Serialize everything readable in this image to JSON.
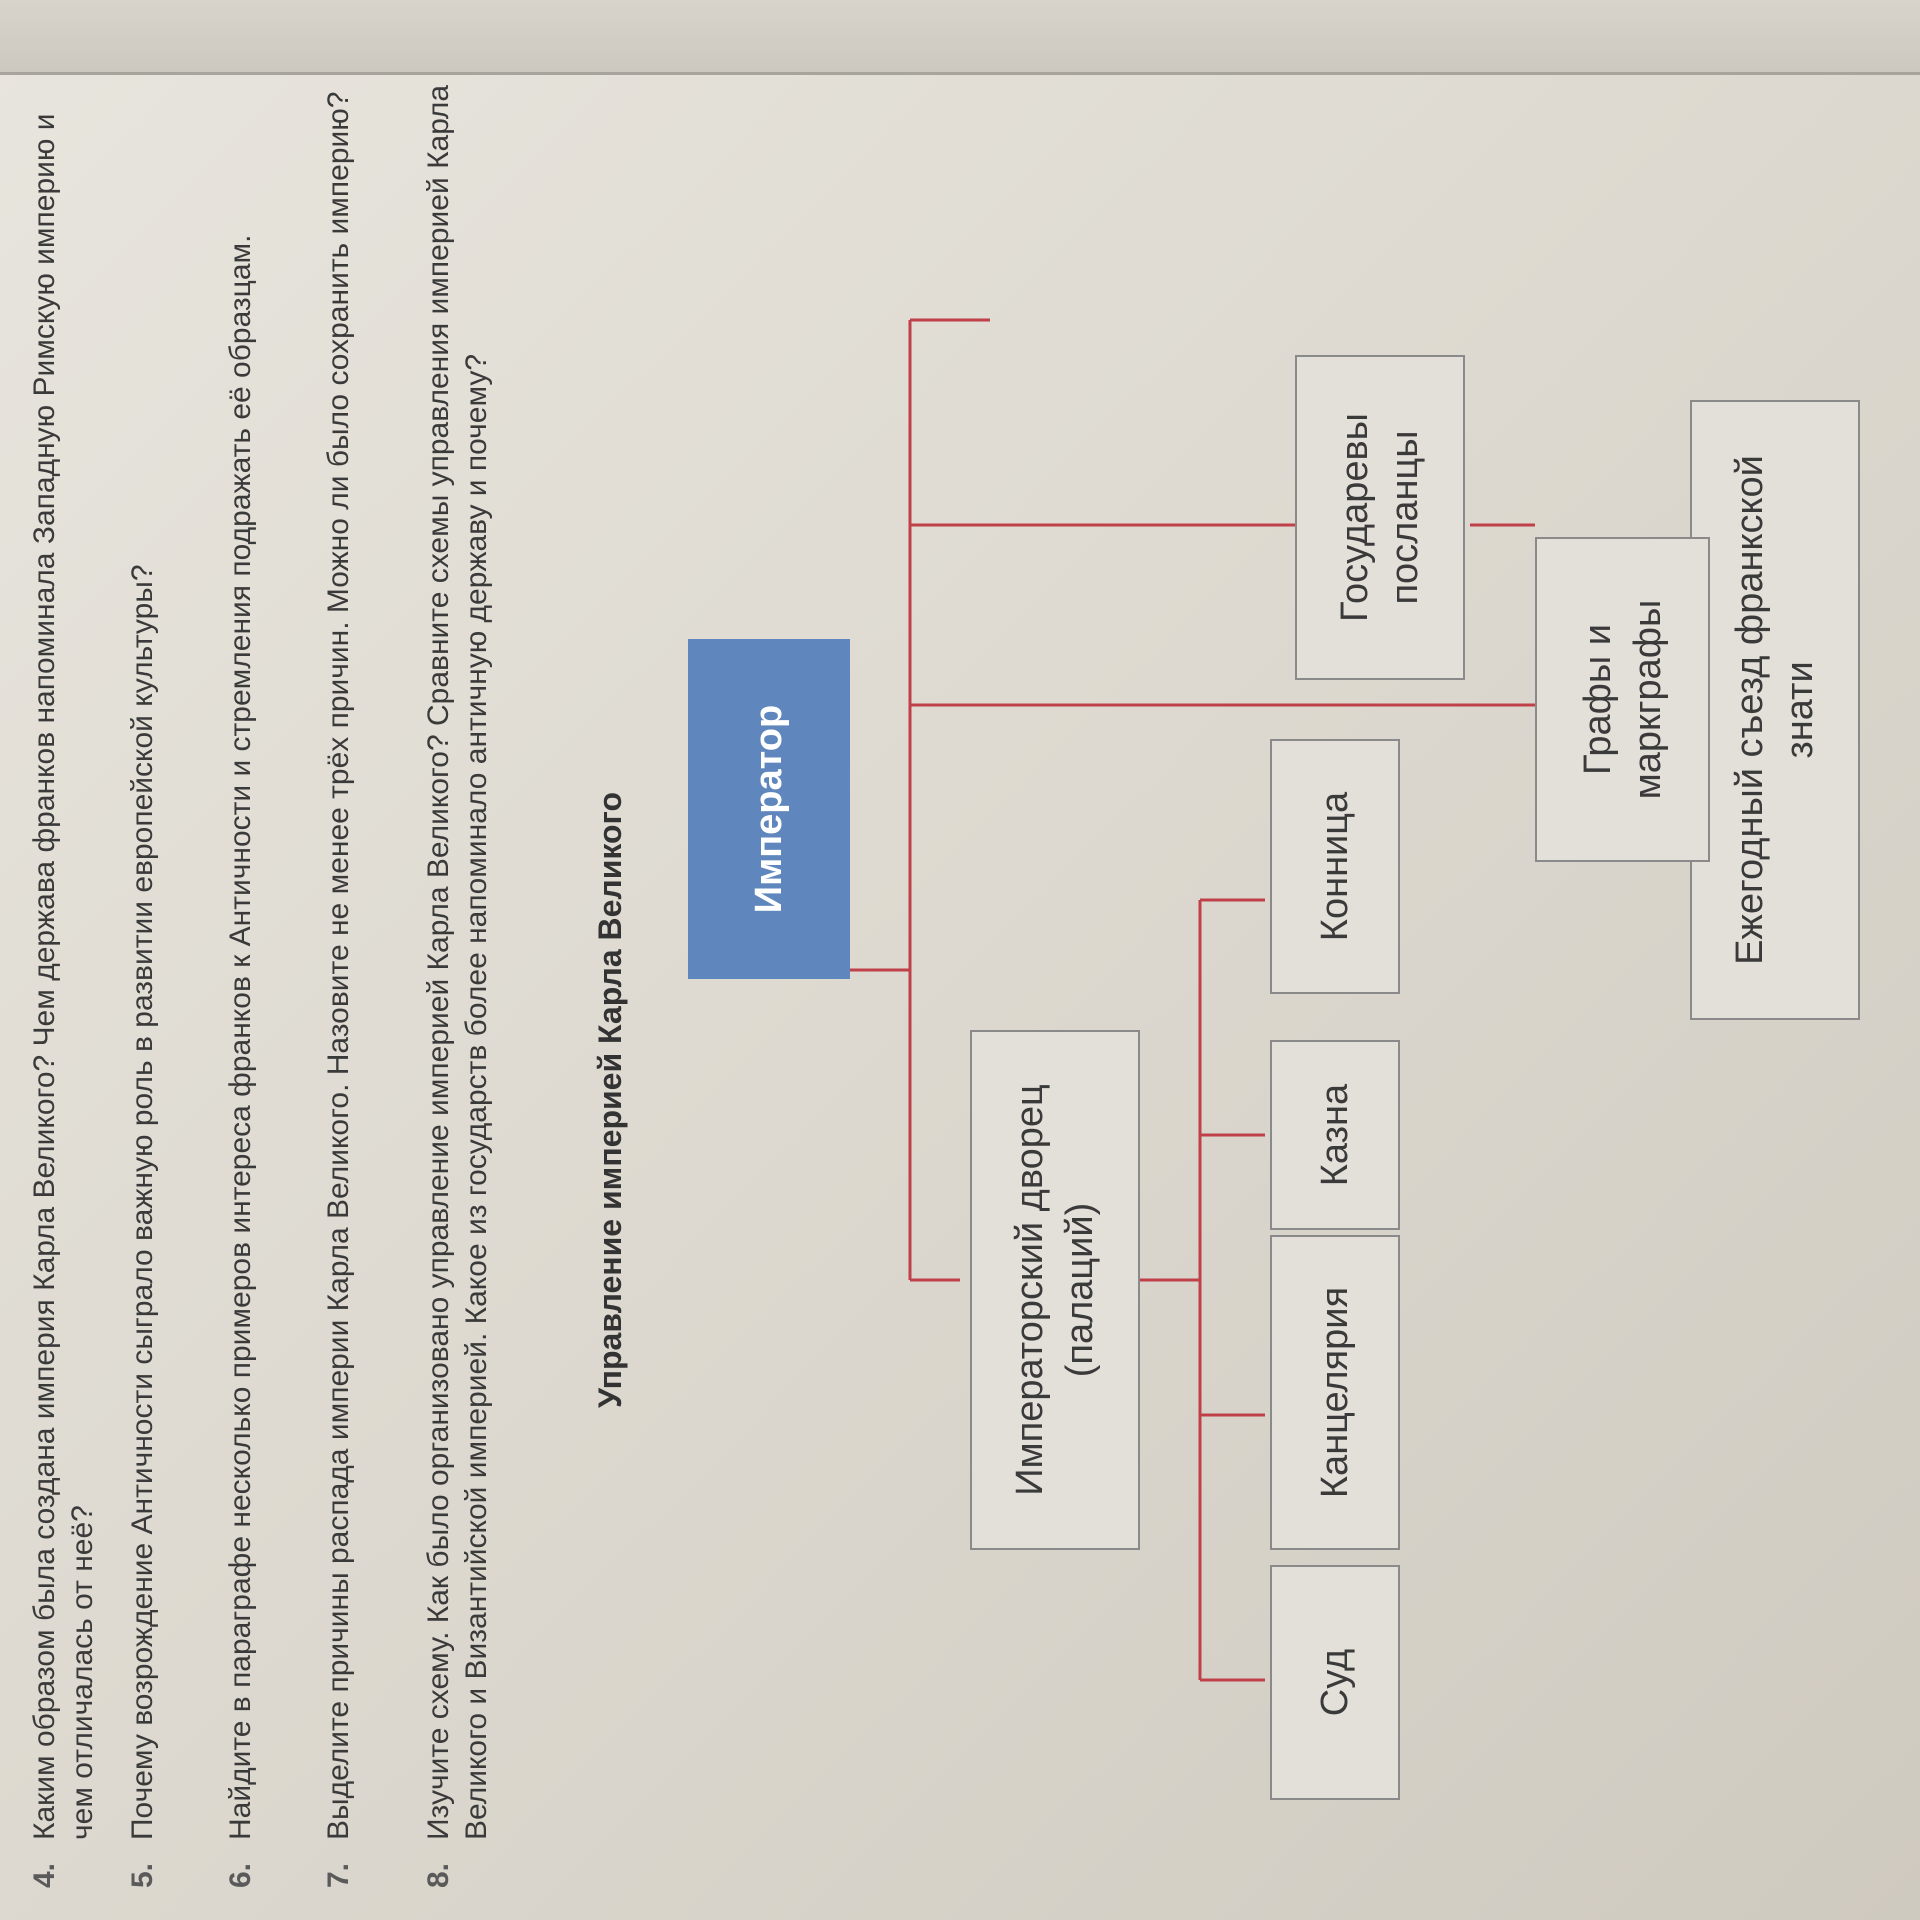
{
  "questions": [
    {
      "num": "4.",
      "text": "Каким образом была создана империя Карла Великого? Чем держава франков напоминала Западную Римскую империю и чем отличалась от неё?"
    },
    {
      "num": "5.",
      "text": "Почему возрождение Античности сыграло важную роль в развитии европейской культуры?"
    },
    {
      "num": "6.",
      "text": "Найдите в параграфе несколько примеров интереса франков к Античности и стремления подражать её образцам."
    },
    {
      "num": "7.",
      "text": "Выделите причины распада империи Карла Великого. Назовите не менее трёх причин. Можно ли было сохранить империю?"
    },
    {
      "num": "8.",
      "text": "Изучите схему. Как было организовано управление империей Карла Великого? Сравните схемы управления империей Карла Великого и Византийской империей. Какое из государств более напоминало античную державу и почему?"
    }
  ],
  "scheme": {
    "title": "Управление империей Карла Великого",
    "emperor": "Император",
    "palace": "Императорский дворец (палаций)",
    "court": "Суд",
    "chancellery": "Канцелярия",
    "treasury": "Казна",
    "cavalry": "Конница",
    "counts": "Графы и маркграфы",
    "envoys": "Государевы посланцы",
    "assembly": "Ежегодный съезд франкской знати"
  },
  "colors": {
    "connector": "#c0404a",
    "emperor_box": "#5f86bd"
  }
}
